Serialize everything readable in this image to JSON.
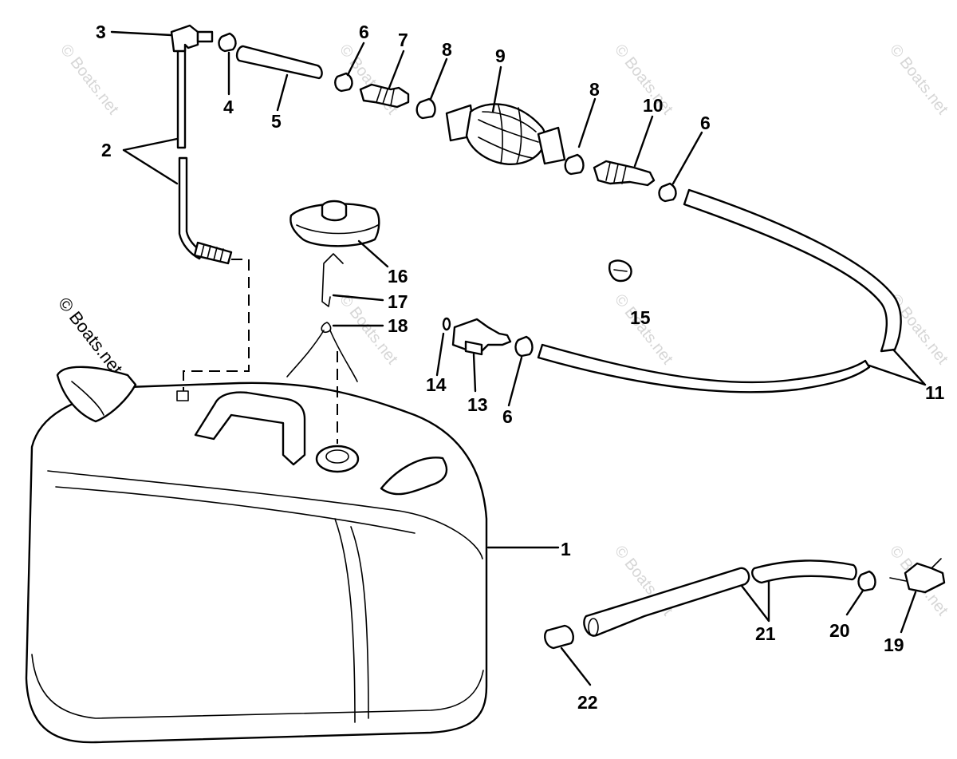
{
  "diagram": {
    "callouts": [
      "1",
      "2",
      "3",
      "4",
      "5",
      "6",
      "7",
      "8",
      "9",
      "10",
      "11",
      "13",
      "14",
      "15",
      "16",
      "17",
      "18",
      "19",
      "20",
      "21",
      "22"
    ],
    "callout_6_repeat": "6",
    "callout_8_repeat": "8"
  },
  "watermark": {
    "text": "© Boats.net",
    "corner_text": "© Boats.net"
  }
}
